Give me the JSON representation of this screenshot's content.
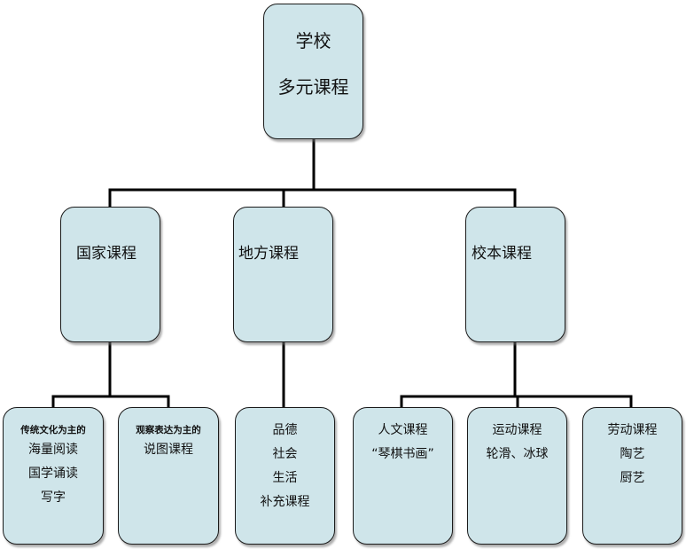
{
  "root": {
    "lines": [
      "学校",
      "多元课程"
    ]
  },
  "branches": [
    {
      "title": "国家课程",
      "leaves": [
        {
          "heading": "传统文化为主的",
          "items": [
            "海量阅读",
            "国学诵读",
            "写字"
          ]
        },
        {
          "heading": "观察表达为主的",
          "items": [
            "说图课程"
          ]
        }
      ]
    },
    {
      "title": "地方课程",
      "leaves": [
        {
          "items": [
            "品德",
            "社会",
            "生活",
            "补充课程"
          ]
        }
      ]
    },
    {
      "title": "校本课程",
      "leaves": [
        {
          "items": [
            "人文课程",
            "“琴棋书画”"
          ]
        },
        {
          "items": [
            "运动课程",
            "轮滑、冰球"
          ]
        },
        {
          "items": [
            "劳动课程",
            "陶艺",
            "厨艺"
          ]
        }
      ]
    }
  ]
}
